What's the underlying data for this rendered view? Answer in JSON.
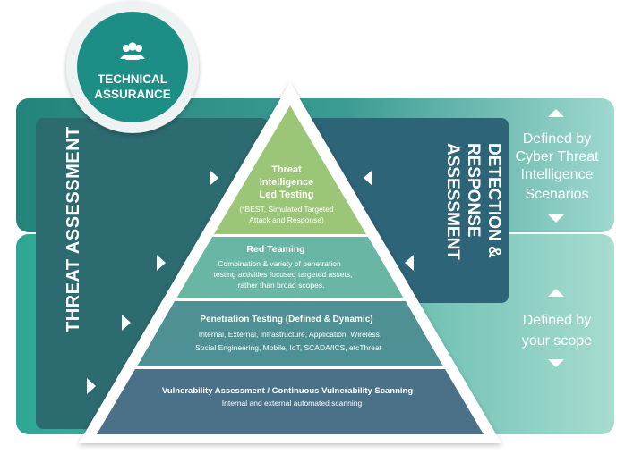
{
  "badge": {
    "line1": "TECHNICAL",
    "line2": "ASSURANCE",
    "icon": "people-group-icon"
  },
  "left_band": {
    "label": "THREAT ASSESSMENT"
  },
  "right_band": {
    "line1": "DETECTION &",
    "line2": "RESPONSE",
    "line3": "ASSESSMENT"
  },
  "side_notes": {
    "top": {
      "line1": "Defined by",
      "line2": "Cyber Threat",
      "line3": "Intelligence",
      "line4": "Scenarios"
    },
    "bottom": {
      "line1": "Defined by",
      "line2": "your scope"
    }
  },
  "pyramid": {
    "tier1": {
      "line1": "Threat",
      "line2": "Intelligence",
      "line3": "Led Testing",
      "line4": "(*BEST, Simulated Targeted",
      "line5": "Attack and Response)"
    },
    "tier2": {
      "title": "Red Teaming",
      "line1": "Combination & variety of penetration",
      "line2": "testing activities focused targeted assets,",
      "line3": "rather than broad scopes."
    },
    "tier3": {
      "title": "Penetration Testing (Defined & Dynamic)",
      "line1": "Internal, External, Infrastructure, Application, Wireless,",
      "line2": "Social Engineering, Mobile, IoT, SCADA/ICS, etcThreat"
    },
    "tier4": {
      "title": "Vulnerability Assessment / Continuous Vulnerability Scanning",
      "line1": "Internal and external automated scanning"
    }
  },
  "colors": {
    "top_band": "#6fbfb0",
    "bottom_band": "#8fcfc0",
    "left_panel": "#2e6d72",
    "right_panel": "#2e6577",
    "badge": "#1e8f86",
    "tier1": "#99c474",
    "tier2": "#6ab7a4",
    "tier3": "#4c8e91",
    "tier4": "#4b7188"
  }
}
